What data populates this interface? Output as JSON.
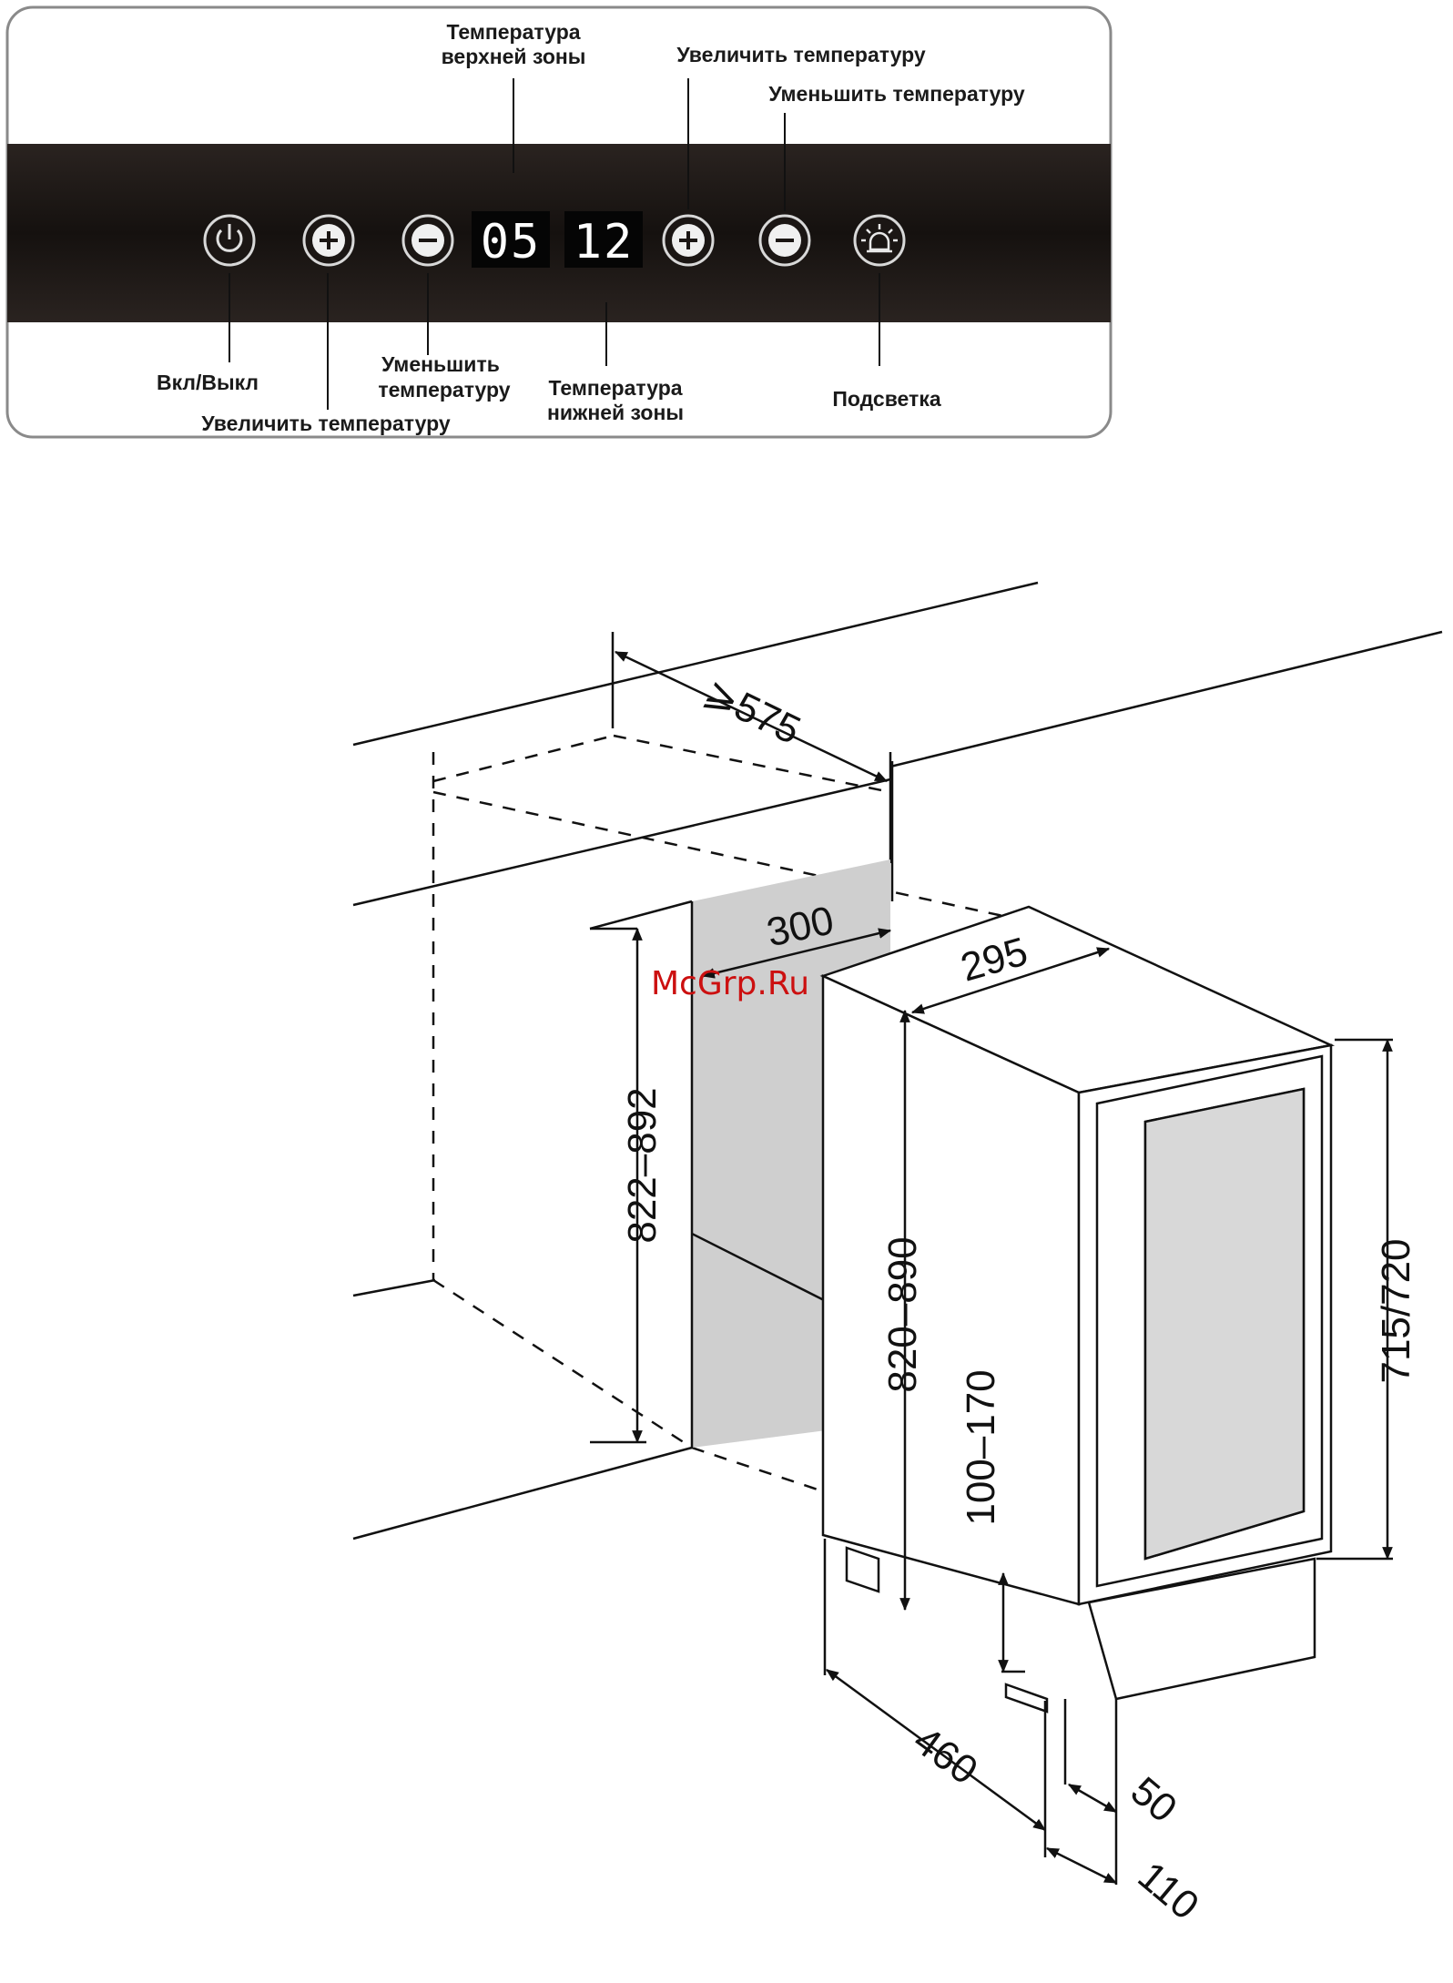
{
  "panel": {
    "labels": {
      "upper_zone_temp_1": "Температура",
      "upper_zone_temp_2": "верхней зоны",
      "increase_temp_top": "Увеличить температуру",
      "decrease_temp_top": "Уменьшить температуру",
      "power": "Вкл/Выкл",
      "increase_temp_bottom": "Увеличить температуру",
      "decrease_temp_bottom_1": "Уменьшить",
      "decrease_temp_bottom_2": "температуру",
      "lower_zone_temp_1": "Температура",
      "lower_zone_temp_2": "нижней зоны",
      "light": "Подсветка"
    },
    "displays": {
      "upper": "05",
      "lower": "12"
    },
    "icons": [
      "power-icon",
      "plus-icon",
      "minus-icon",
      "plus-icon",
      "minus-icon",
      "light-icon"
    ],
    "colors": {
      "panel_dark": "#1e1a18",
      "frame": "#8a8a8a"
    }
  },
  "dimensions": {
    "d575": "⩾575",
    "d300": "300",
    "d295": "295",
    "d822_892": "822–892",
    "d820_890": "820–890",
    "d715_720": "715/720",
    "d100_170": "100–170",
    "d460": "460",
    "d50": "50",
    "d110": "110"
  },
  "watermark": "McGrp.Ru"
}
